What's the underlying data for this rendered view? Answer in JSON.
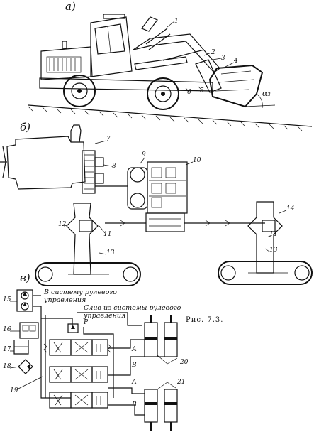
{
  "figure": {
    "caption": "Рис.    7.3.",
    "subfigures": {
      "a": "а)",
      "b": "б)",
      "v": "в)"
    },
    "notes": {
      "to_steering": "В систему рулевого управления",
      "drain_from_steering": "Слив из системы рулевого управления"
    },
    "port_letters": {
      "P": "Р",
      "A1": "А",
      "B1": "В",
      "A2": "А",
      "B2": "В"
    },
    "angle_label": "α₃",
    "part_numbers": [
      "1",
      "2",
      "3",
      "4",
      "5",
      "6",
      "7",
      "8",
      "9",
      "10",
      "11",
      "12",
      "13",
      "14",
      "11",
      "13",
      "15",
      "16",
      "17",
      "18",
      "19",
      "20",
      "21"
    ]
  }
}
